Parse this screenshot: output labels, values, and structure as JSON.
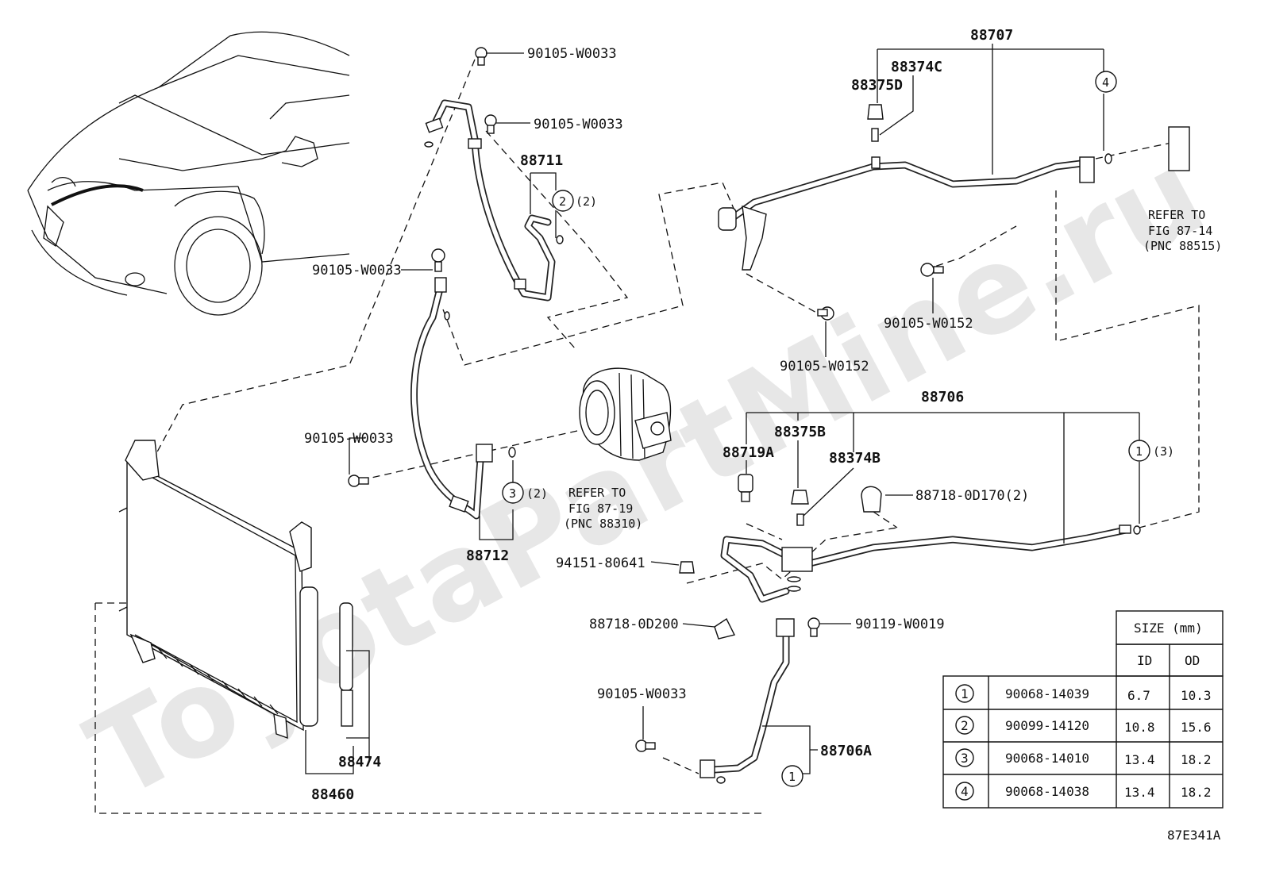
{
  "watermark": "ToyotaPartMine.ru",
  "figure_code": "87E341A",
  "labels": {
    "p88707": "88707",
    "p88374C": "88374C",
    "p88375D": "88375D",
    "p90105_w0033_a": "90105-W0033",
    "p90105_w0033_b": "90105-W0033",
    "p88711": "88711",
    "p90105_w0033_c": "90105-W0033",
    "p90105_w0152_a": "90105-W0152",
    "p90105_w0152_b": "90105-W0152",
    "p88706": "88706",
    "p88375B": "88375B",
    "p88719A": "88719A",
    "p88374B": "88374B",
    "p90105_w0033_d": "90105-W0033",
    "p88718_0D170": "88718-0D170(2)",
    "p88712": "88712",
    "p94151_80641": "94151-80641",
    "p88718_0D200": "88718-0D200",
    "p90119_w0019": "90119-W0019",
    "p90105_w0033_e": "90105-W0033",
    "p88706A": "88706A",
    "p88474": "88474",
    "p88460": "88460"
  },
  "callouts": {
    "c1_top": {
      "num": "1",
      "qty": "(3)"
    },
    "c2": {
      "num": "2",
      "qty": "(2)"
    },
    "c3": {
      "num": "3",
      "qty": "(2)"
    },
    "c4": {
      "num": "4",
      "qty": ""
    },
    "c1_bottom": {
      "num": "1",
      "qty": ""
    }
  },
  "refs": {
    "fig87_14": {
      "line1": "REFER TO",
      "line2": "FIG 87-14",
      "line3": "(PNC 88515)"
    },
    "fig87_19": {
      "line1": "REFER TO",
      "line2": "FIG 87-19",
      "line3": "(PNC 88310)"
    }
  },
  "size_table": {
    "title": "SIZE (mm)",
    "headers": [
      "ID",
      "OD"
    ],
    "rows": [
      {
        "mark": "1",
        "part": "90068-14039",
        "id": "6.7",
        "od": "10.3"
      },
      {
        "mark": "2",
        "part": "90099-14120",
        "id": "10.8",
        "od": "15.6"
      },
      {
        "mark": "3",
        "part": "90068-14010",
        "id": "13.4",
        "od": "18.2"
      },
      {
        "mark": "4",
        "part": "90068-14038",
        "id": "13.4",
        "od": "18.2"
      }
    ]
  }
}
